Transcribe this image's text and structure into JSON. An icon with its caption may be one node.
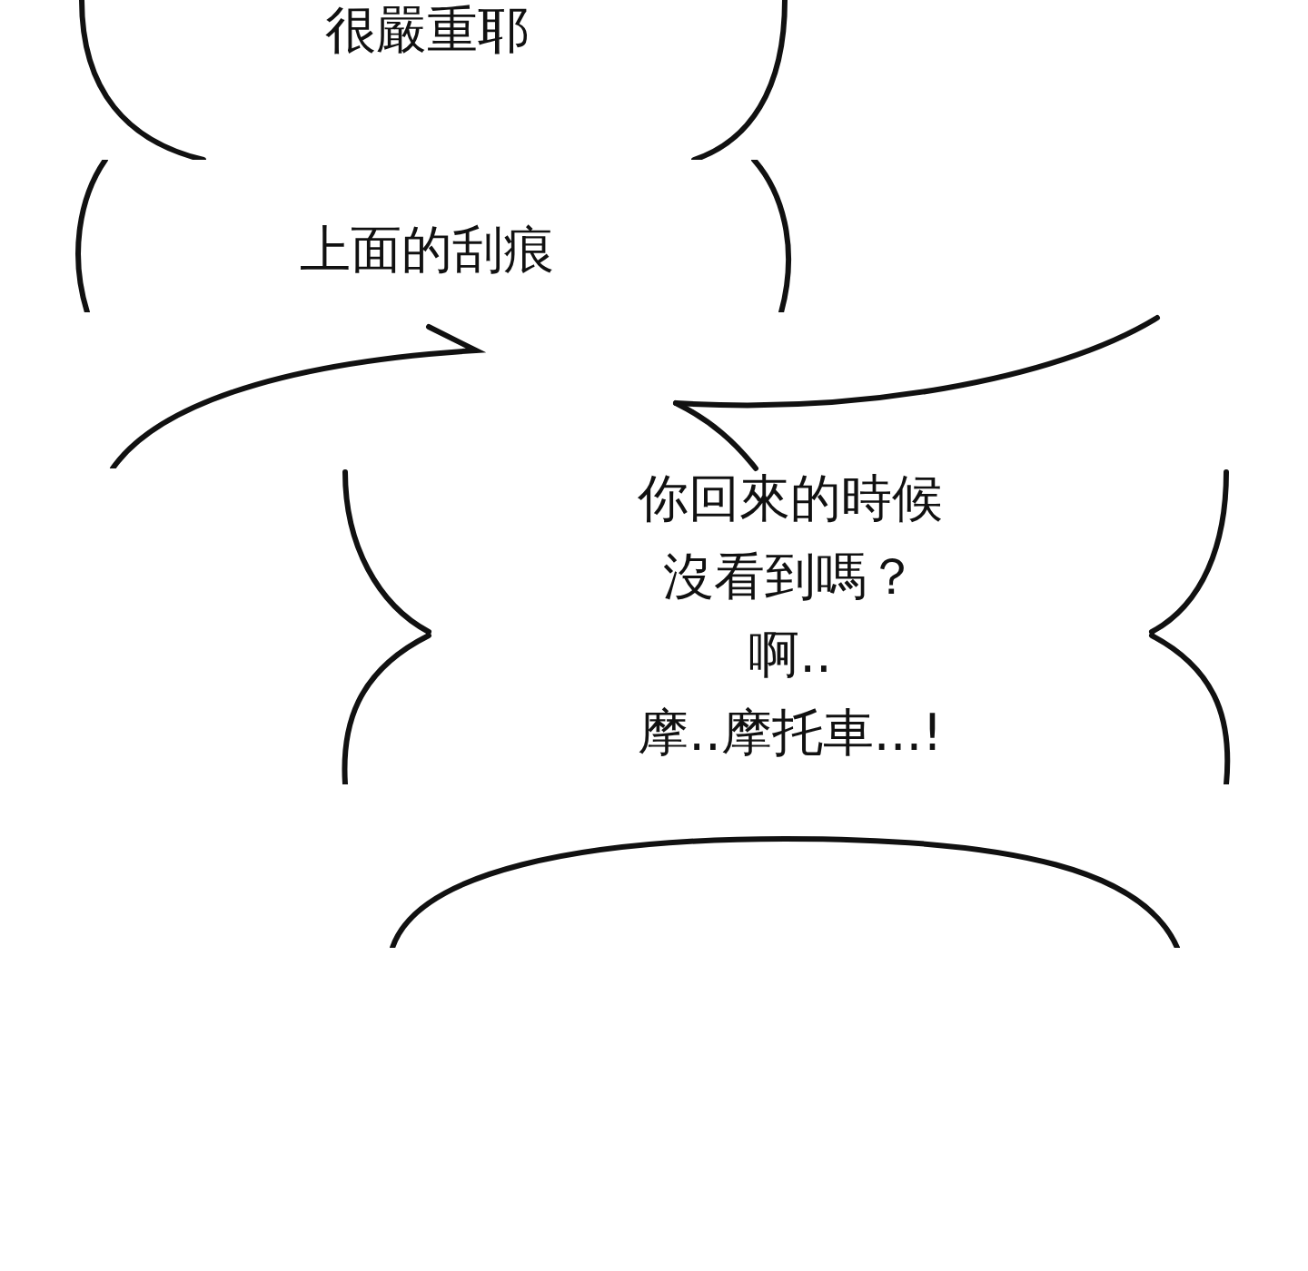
{
  "diagram": {
    "nodes": [
      {
        "text": [
          "很嚴重耶"
        ]
      },
      {
        "text": [
          "上面的刮痕"
        ]
      },
      {
        "text": [],
        "shape": "bubble"
      },
      {
        "text": [
          "你回來的時候沒看到嗎？",
          "啊..",
          "摩..摩托車...!"
        ]
      },
      {
        "text": [],
        "shape": "bubble"
      }
    ]
  }
}
